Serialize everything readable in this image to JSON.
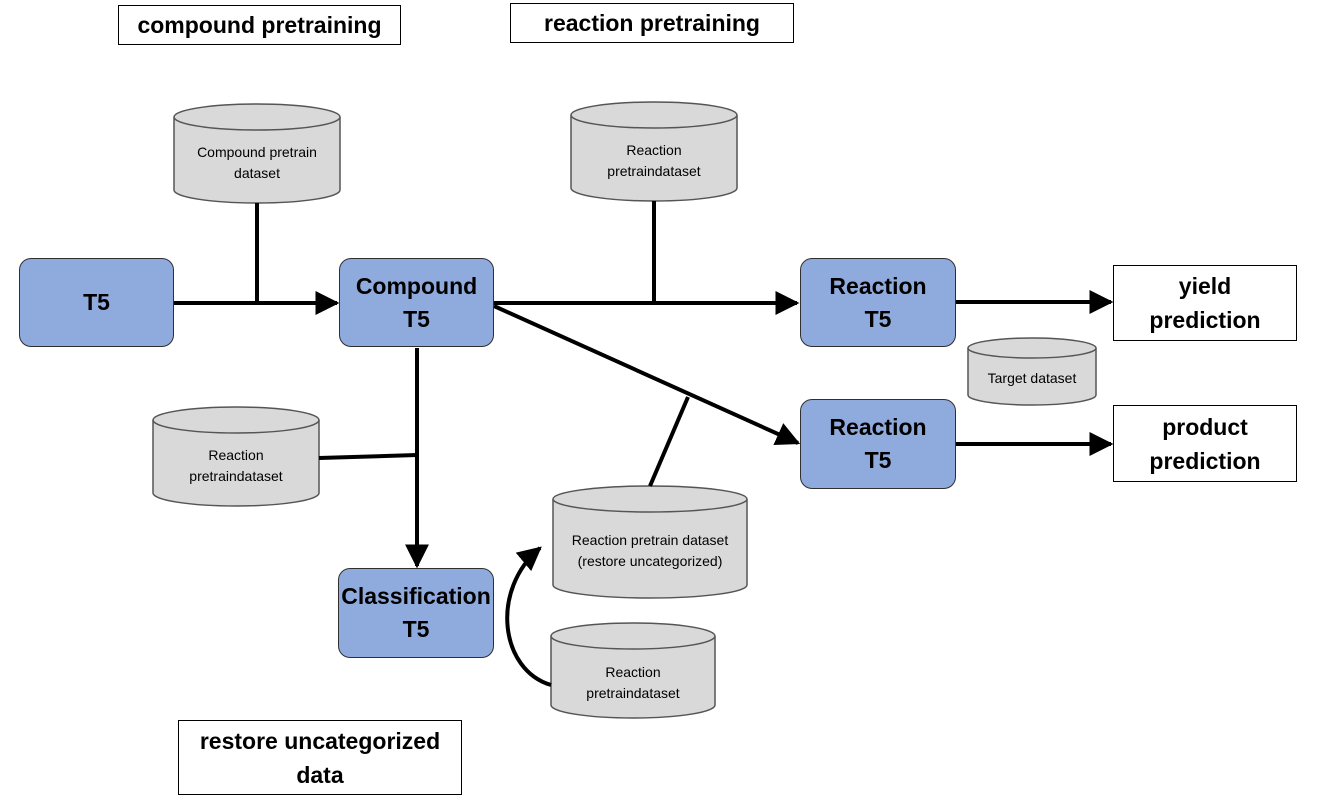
{
  "headers": {
    "compound_pretraining": "compound pretraining",
    "reaction_pretraining": "reaction pretraining",
    "restore_uncategorized_line1": "restore uncategorized",
    "restore_uncategorized_line2": "data"
  },
  "models": {
    "t5": "T5",
    "compound_t5": {
      "line1": "Compound",
      "line2": "T5"
    },
    "reaction_t5_yield": {
      "line1": "Reaction",
      "line2": "T5"
    },
    "reaction_t5_product": {
      "line1": "Reaction",
      "line2": "T5"
    },
    "classification_t5": {
      "line1": "Classification",
      "line2": "T5"
    }
  },
  "outputs": {
    "yield": {
      "line1": "yield",
      "line2": "prediction"
    },
    "product": {
      "line1": "product",
      "line2": "prediction"
    }
  },
  "datasets": {
    "compound_pretrain": {
      "line1": "Compound pretrain",
      "line2": "dataset"
    },
    "reaction_pretrain_top": {
      "line1": "Reaction",
      "line2": "pretraindataset"
    },
    "reaction_pretrain_left": {
      "line1": "Reaction",
      "line2": "pretraindataset"
    },
    "reaction_pretrain_restore": {
      "line1": "Reaction pretrain dataset",
      "line2": "(restore uncategorized)"
    },
    "reaction_pretrain_bottom": {
      "line1": "Reaction",
      "line2": "pretraindataset"
    },
    "target": {
      "line1": "Target dataset"
    }
  },
  "colors": {
    "model_fill": "#8faadc",
    "cylinder_fill": "#d9d9d9",
    "line": "#000000"
  }
}
